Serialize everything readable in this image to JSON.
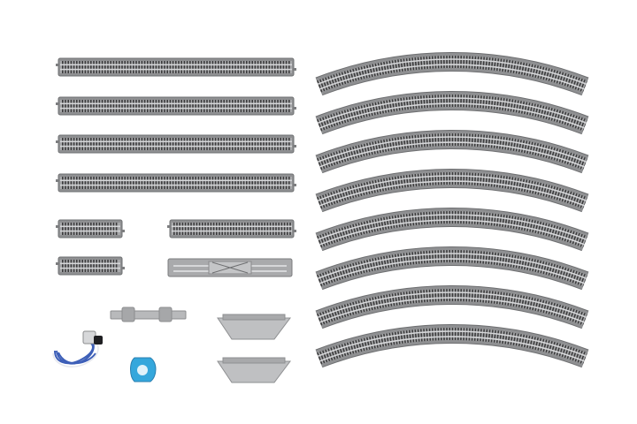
{
  "colors": {
    "background": "#ffffff",
    "roadbed": "#8f9092",
    "roadbed_edge": "#6e6f71",
    "ballast": "#a7a8aa",
    "tie": "#3b3b3c",
    "rail": "#d6d7d9",
    "accessory_gray": "#b8b9bb",
    "cable_blue": "#3d5fb8",
    "wrench_blue": "#35a7dc"
  },
  "pieces": {
    "straight_long_count": 4,
    "straight_short_count": 3,
    "straight_crossing_count": 1,
    "curve_count": 8,
    "bumper_count": 2,
    "joiner_strip_count": 1
  }
}
